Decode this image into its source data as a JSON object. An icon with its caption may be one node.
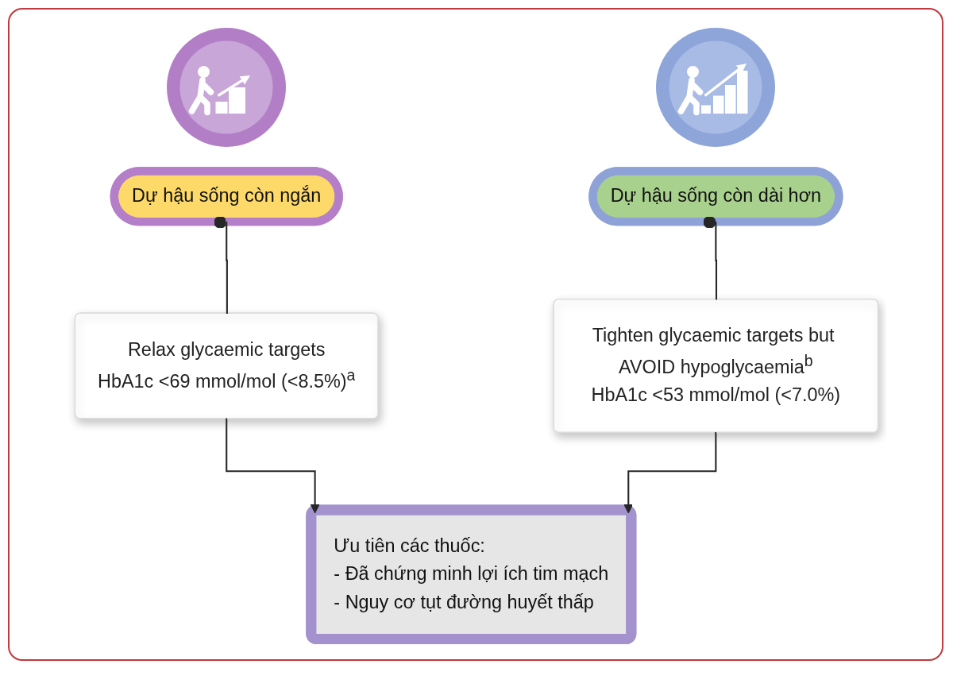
{
  "diagram": {
    "nodes": [
      {
        "text": [
          "Dự hậu sống còn ngắn"
        ]
      },
      {
        "text": [
          "Dự hậu sống còn dài hơn"
        ]
      },
      {
        "text": [
          "Relax glycaemic targets",
          "HbA1c <69 mmol/mol (<8.5%)$^{a}$"
        ]
      },
      {
        "text": [
          "Tighten glycaemic targets but AVOID hypoglycaemia$^{b}$",
          "HbA1c <53 mmol/mol (<7.0%)"
        ]
      },
      {
        "text": [
          "Ưu tiên các thuốc:",
          "- Đã chứng minh lợi ích tim mạch",
          "- Nguy cơ tụt đường huyết thấp"
        ]
      }
    ],
    "edges": [
      {
        "from": 0,
        "to": 2,
        "arrow": "other"
      },
      {
        "from": 1,
        "to": 3,
        "arrow": "other"
      },
      {
        "from": 2,
        "to": 4,
        "arrow": "to"
      },
      {
        "from": 3,
        "to": 4,
        "arrow": "to"
      }
    ]
  }
}
